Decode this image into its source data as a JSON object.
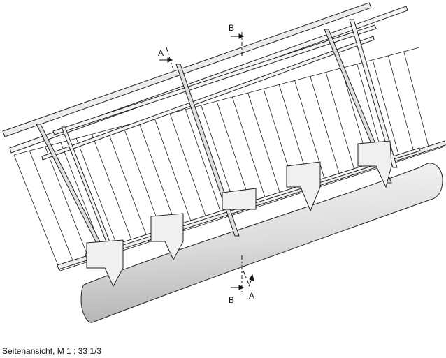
{
  "caption": "Seitenansicht, M 1 : 33 1/3",
  "section_marks": {
    "a_top": "A",
    "b_top": "B",
    "b_bottom": "B",
    "a_bottom": "A"
  },
  "colors": {
    "line": "#1a1a1a",
    "log_light": "#f4f4f4",
    "log_dark": "#b9b9b9",
    "rail_fill": "#e6e6e6"
  }
}
